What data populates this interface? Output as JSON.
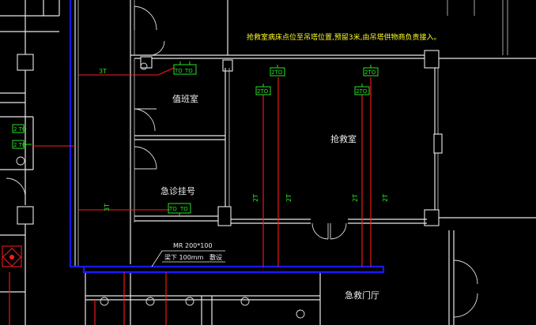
{
  "notes": {
    "annotation_main": "抢救室病床点位至吊塔位置,预留3米,由吊塔供物商负责接入。",
    "pipe_spec_1": "MR 200*100",
    "pipe_spec_2": "梁下 100mm",
    "pipe_spec_3": "敷设"
  },
  "rooms": {
    "r1": "值班室",
    "r2": "抢救室",
    "r3": "急诊挂号",
    "r4": "急救门厅"
  },
  "outlet_labels": {
    "tl": "2TO",
    "single": "2 TO",
    "pair_left": "TO",
    "pair_right": "TO",
    "duty_left": "TO",
    "duty_right": "TO"
  },
  "conduit_labels": {
    "c3t_top": "3T",
    "c3t_mid": "3T",
    "c2t": "2T"
  },
  "colors": {
    "background": "#000000",
    "walls": "#e8e8e8",
    "cable_tray": "#1818ff",
    "conduit": "#ff1c1c",
    "outlet": "#27e027",
    "note": "#ffff26"
  }
}
